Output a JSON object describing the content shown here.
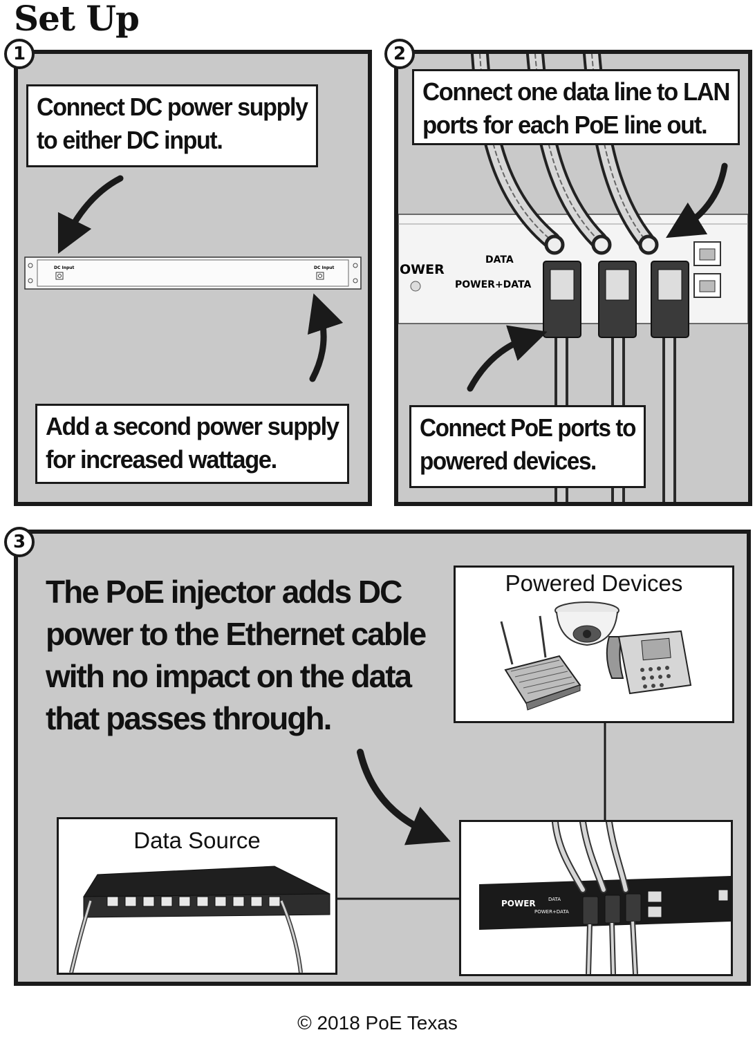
{
  "title": "Set Up",
  "steps": [
    {
      "number": "1",
      "callouts": [
        {
          "lines": [
            "Connect DC power supply",
            "to either DC input."
          ]
        },
        {
          "lines": [
            "Add a second power supply",
            "for increased wattage."
          ]
        }
      ],
      "device_labels": [
        "DC Input",
        "DC Input"
      ]
    },
    {
      "number": "2",
      "callouts": [
        {
          "lines": [
            "Connect one data line to LAN",
            "ports for each PoE line out."
          ]
        },
        {
          "lines": [
            "Connect PoE ports to",
            "powered  devices."
          ]
        }
      ],
      "device_labels": [
        "OWER",
        "DATA",
        "POWER+DATA"
      ]
    },
    {
      "number": "3",
      "description_lines": [
        "The PoE injector adds DC",
        "power to the Ethernet cable",
        "with no impact on the data",
        "that passes through."
      ],
      "powered_devices_label": "Powered Devices",
      "data_source_label": "Data Source",
      "injector_labels": [
        "POWER",
        "DATA",
        "POWER+DATA"
      ]
    }
  ],
  "copyright": "© 2018 PoE Texas"
}
